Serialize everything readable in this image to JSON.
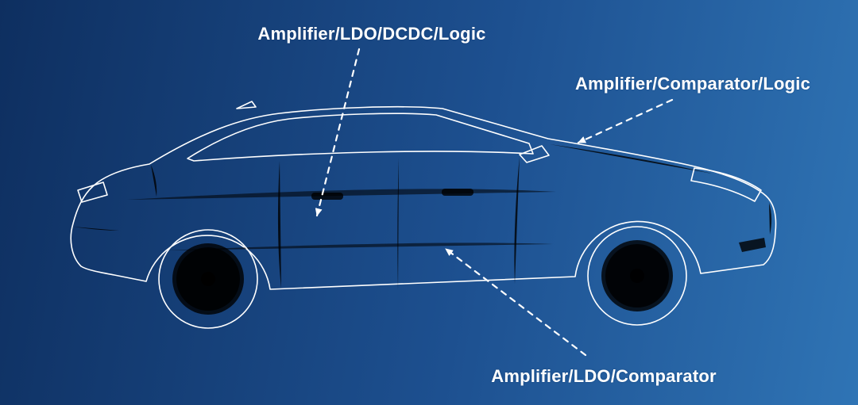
{
  "scene": {
    "background_start": "#0e2f60",
    "background_mid": "#1d5090",
    "background_end": "#2f74b5",
    "line_color": "#ffffff",
    "subject": "sedan car side view blueprint line drawing"
  },
  "labels": {
    "top_left": "Amplifier/LDO/DCDC/Logic",
    "top_right": "Amplifier/Comparator/Logic",
    "bottom": "Amplifier/LDO/Comparator"
  }
}
